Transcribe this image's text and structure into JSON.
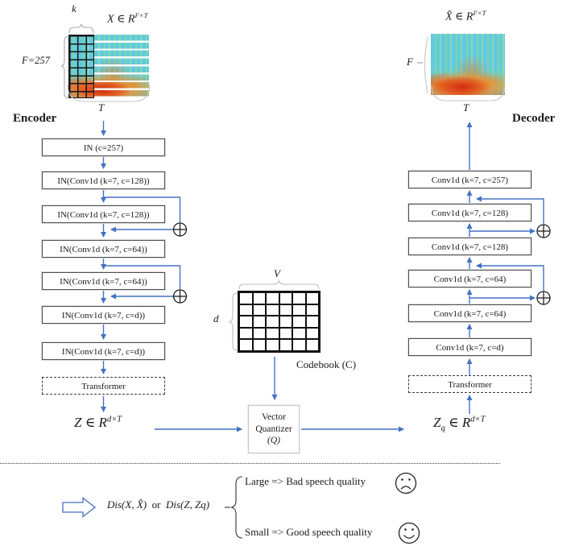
{
  "figure": {
    "kind": "speech-codec architecture diagram",
    "colors": {
      "arrow_blue": "#4472c4",
      "box_border": "#4f4f4f",
      "brace_gray": "#b0b0b0",
      "spectrogram_cyan": "#5ecbe2",
      "spectrogram_red": "#d62310"
    }
  },
  "encoder": {
    "title": "Encoder",
    "k_label": "k",
    "input_var": "X",
    "input_set": "∈ R",
    "input_sup": "F×T",
    "freq_label": "F=257",
    "time_label": "T",
    "layers": [
      "IN (c=257)",
      "IN(Conv1d (k=7, c=128))",
      "IN(Conv1d (k=7, c=128))",
      "IN(Conv1d (k=7, c=64))",
      "IN(Conv1d (k=7, c=64))",
      "IN(Conv1d (k=7, c=d))",
      "IN(Conv1d (k=7, c=d))"
    ],
    "transformer_label": "Transformer",
    "output_var": "Z",
    "output_set": "∈ R",
    "output_sup": "d×T"
  },
  "bottleneck": {
    "codebook": {
      "width_label": "V",
      "height_label": "d",
      "caption": "Codebook (C)",
      "cols": 6,
      "rows": 5
    },
    "vq": {
      "line1": "Vector",
      "line2": "Quantizer",
      "line3": "(Q)"
    }
  },
  "decoder": {
    "title": "Decoder",
    "input_var": "Z",
    "input_sub": "q",
    "input_set": "∈ R",
    "input_sup": "d×T",
    "transformer_label": "Transformer",
    "layers": [
      "Conv1d (k=7, c=257)",
      "Conv1d (k=7, c=128)",
      "Conv1d (k=7, c=128)",
      "Conv1d (k=7, c=64)",
      "Conv1d (k=7, c=64)",
      "Conv1d (k=7, c=d)"
    ],
    "recon_var": "X̂",
    "recon_set": "∈ R",
    "recon_sup": "F×T",
    "freq_label": "F",
    "time_label": "T"
  },
  "legend": {
    "formula_left": "Dis(X, X̂)",
    "or_word": "or",
    "formula_right": "Dis(Z, Zq)",
    "large_text": "Large => Bad speech quality",
    "small_text": "Small => Good speech quality"
  },
  "icons": {
    "residual_add": "circled-plus",
    "legend_arrow": "hollow-block-arrow",
    "bad_quality": "sad-face",
    "good_quality": "smiley-face"
  }
}
